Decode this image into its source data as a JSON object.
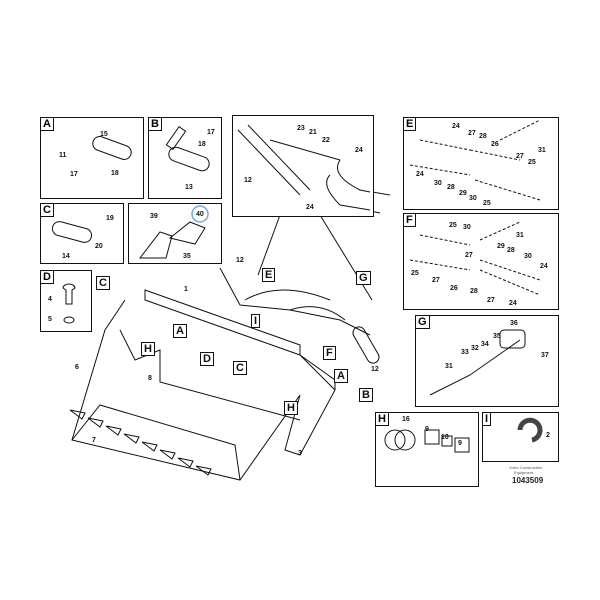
{
  "panels": {
    "A": {
      "letter": "A",
      "callouts": [
        "15",
        "11",
        "17",
        "18"
      ]
    },
    "B": {
      "letter": "B",
      "callouts": [
        "17",
        "18",
        "13"
      ]
    },
    "C": {
      "letter": "C",
      "callouts": [
        "19",
        "20",
        "14"
      ]
    },
    "teeth": {
      "callouts": [
        "39",
        "40",
        "35"
      ]
    },
    "top": {
      "callouts": [
        "23",
        "21",
        "22",
        "24",
        "12",
        "24"
      ]
    },
    "D": {
      "letter": "D",
      "callouts": [
        "4",
        "5"
      ]
    },
    "E": {
      "letter": "E",
      "callouts": [
        "24",
        "27",
        "28",
        "26",
        "31",
        "27",
        "25",
        "24",
        "30",
        "28",
        "29",
        "30",
        "25"
      ]
    },
    "F": {
      "letter": "F",
      "callouts": [
        "25",
        "30",
        "31",
        "29",
        "28",
        "30",
        "27",
        "25",
        "27",
        "26",
        "28",
        "27",
        "24",
        "24"
      ]
    },
    "G": {
      "letter": "G",
      "callouts": [
        "36",
        "35",
        "34",
        "32",
        "33",
        "31",
        "37"
      ]
    },
    "H": {
      "letter": "H",
      "callouts": [
        "16",
        "9",
        "10",
        "9"
      ]
    },
    "I": {
      "letter": "I",
      "callouts": [
        "2"
      ]
    }
  },
  "main": {
    "letters": [
      "C",
      "H",
      "A",
      "I",
      "D",
      "C",
      "H",
      "A",
      "B",
      "E",
      "F",
      "G"
    ],
    "callouts": [
      "1",
      "12",
      "12",
      "6",
      "8",
      "7",
      "3"
    ]
  },
  "caption": {
    "line1": "Volvo Construction",
    "line2": "Equipment",
    "part_number": "1043509"
  },
  "highlight_color": "#7aa6d8"
}
